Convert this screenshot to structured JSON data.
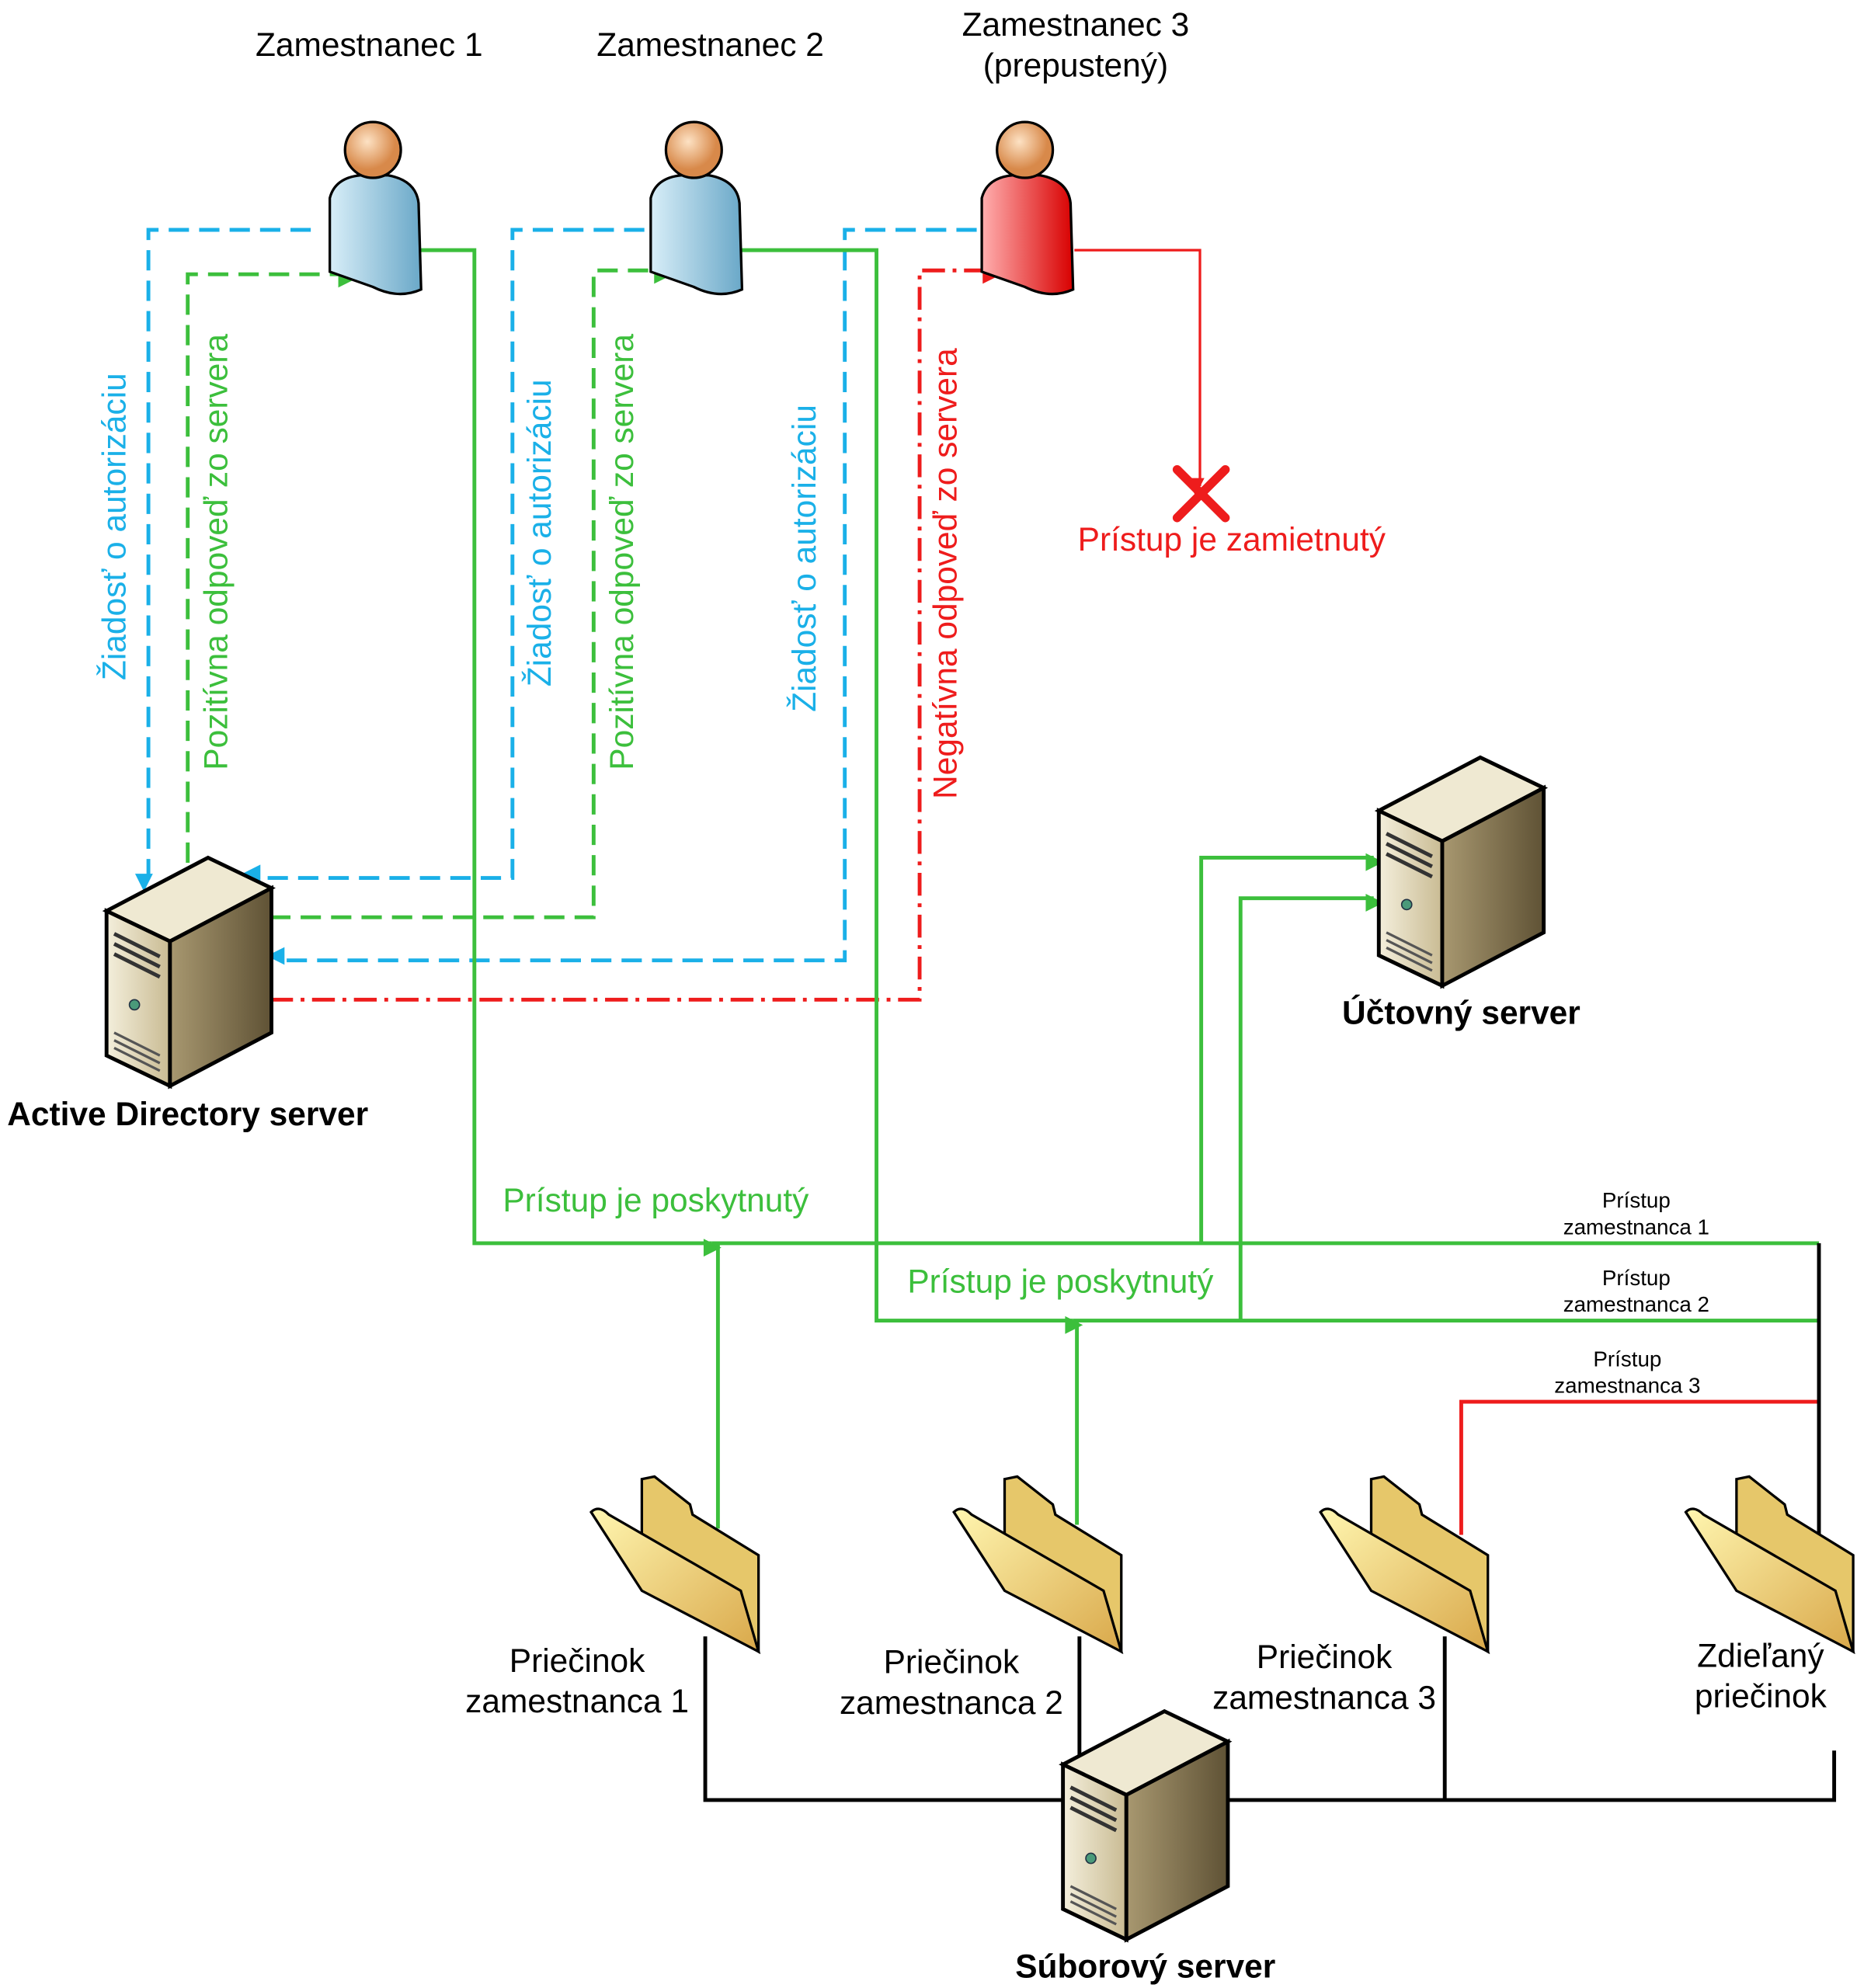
{
  "colors": {
    "request": "#1ab0e8",
    "positive": "#3cbf3c",
    "negative": "#ee1c1c",
    "link": "#000000"
  },
  "employees": [
    {
      "title": "Zamestnanec 1",
      "icon": "user-icon-blue"
    },
    {
      "title": "Zamestnanec 2",
      "icon": "user-icon-blue"
    },
    {
      "title": "Zamestnanec 3",
      "subtitle": "(prepustený)",
      "icon": "user-icon-red"
    }
  ],
  "servers": {
    "ad": "Active Directory server",
    "accounting": "Účtovný server",
    "file": "Súborový server"
  },
  "flows": {
    "request": "Žiadosť o autorizáciu",
    "positive": "Pozitívna odpoveď zo servera",
    "negative": "Negatívna odpoveď zo servera",
    "denied": "Prístup je zamietnutý",
    "granted": "Prístup je poskytnutý"
  },
  "access": [
    {
      "l1": "Prístup",
      "l2": "zamestnanca 1"
    },
    {
      "l1": "Prístup",
      "l2": "zamestnanca 2"
    },
    {
      "l1": "Prístup",
      "l2": "zamestnanca 3"
    }
  ],
  "folders": [
    {
      "l1": "Priečinok",
      "l2": "zamestnanca 1"
    },
    {
      "l1": "Priečinok",
      "l2": "zamestnanca 2"
    },
    {
      "l1": "Priečinok",
      "l2": "zamestnanca 3"
    },
    {
      "l1": "Zdieľaný",
      "l2": "priečinok"
    }
  ]
}
